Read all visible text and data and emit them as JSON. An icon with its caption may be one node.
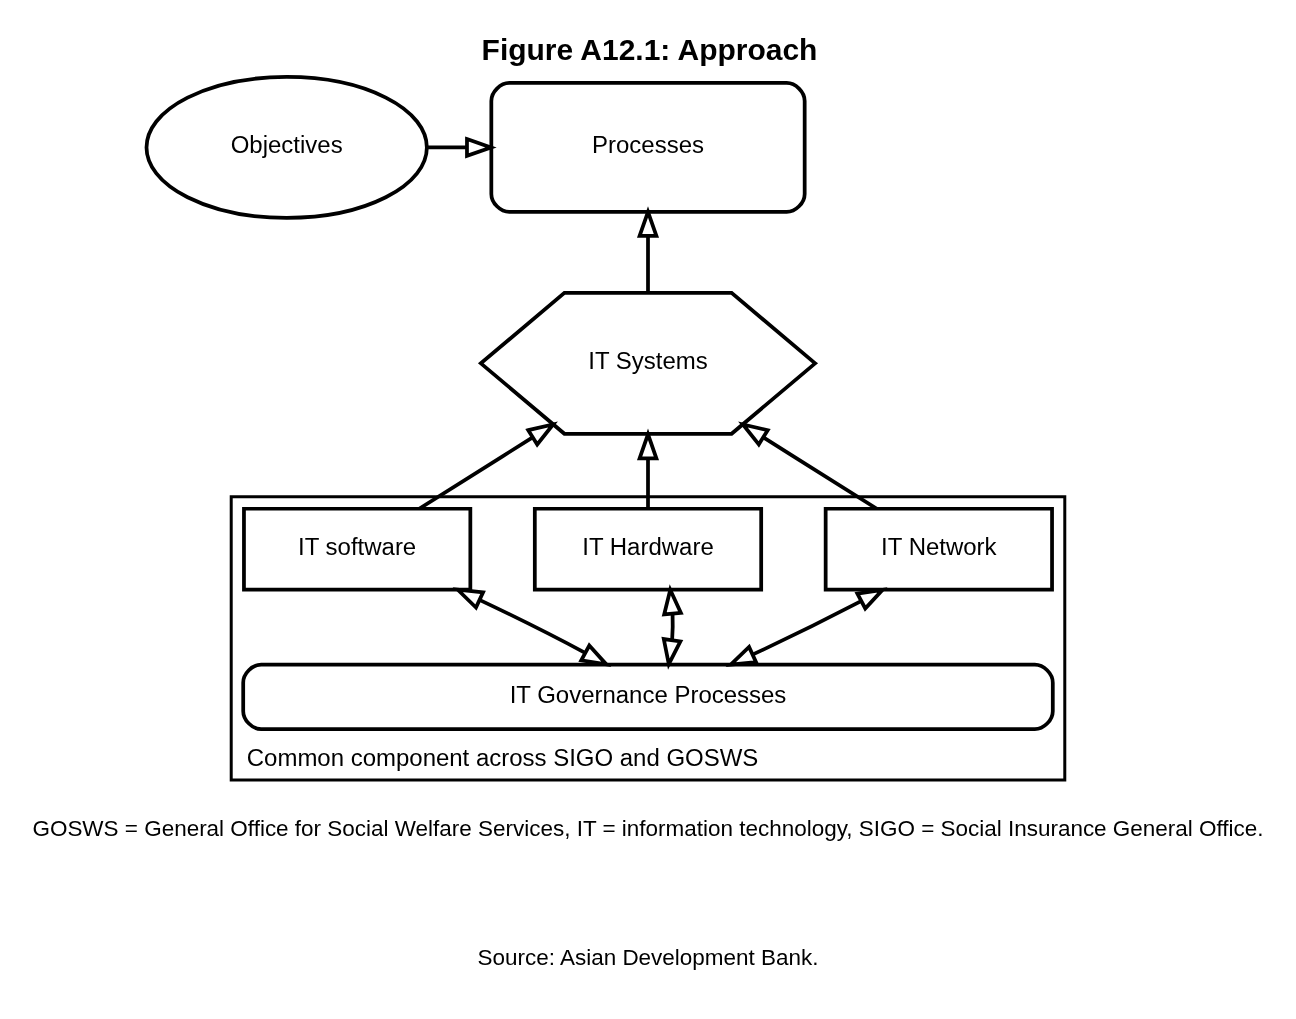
{
  "diagram": {
    "title": "Figure A12.1: Approach",
    "caption": "GOSWS = General Office for Social Welfare Services, IT = information technology, SIGO = Social Insurance General Office.",
    "nodes": [
      {
        "text": [
          "Objectives"
        ]
      },
      {
        "text": [
          "Processes"
        ]
      },
      {
        "text": [
          "IT Systems"
        ]
      },
      {
        "text": [
          "Common component across SIGO and GOSWS"
        ]
      },
      {
        "text": [
          "IT software"
        ],
        "in": 3
      },
      {
        "text": [
          "IT Hardware"
        ],
        "in": 3
      },
      {
        "text": [
          "IT Network"
        ],
        "in": 3
      },
      {
        "text": [
          "IT Governance Processes"
        ],
        "in": 3
      }
    ],
    "edges": [
      {
        "from": 0,
        "to": 1,
        "arrow": "to"
      },
      {
        "from": 2,
        "to": 1,
        "arrow": "to"
      },
      {
        "from": 4,
        "to": 2,
        "arrow": "to"
      },
      {
        "from": 5,
        "to": 2,
        "arrow": "to"
      },
      {
        "from": 6,
        "to": 2,
        "arrow": "to"
      },
      {
        "from": 4,
        "to": 7,
        "arrow": "both"
      },
      {
        "from": 5,
        "to": 7,
        "arrow": "both"
      },
      {
        "from": 6,
        "to": 7,
        "arrow": "both"
      }
    ],
    "labels": [
      "Source: Asian Development Bank."
    ]
  }
}
